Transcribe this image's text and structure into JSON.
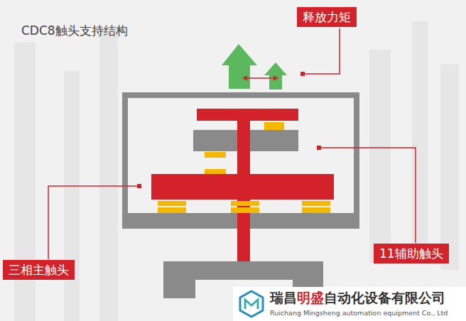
{
  "diagram": {
    "title": "CDC8触头支持结构",
    "nodes": [
      {
        "text": [
          "释放力矩"
        ]
      },
      {
        "text": [
          "11辅助触头"
        ]
      },
      {
        "text": [
          "三相主触头"
        ]
      }
    ],
    "edges": [],
    "labels": [
      "瑞昌",
      "明盛",
      "自动化设备有限公司",
      "Ruichang Mingsheng automation equipment Co., Ltd"
    ]
  }
}
